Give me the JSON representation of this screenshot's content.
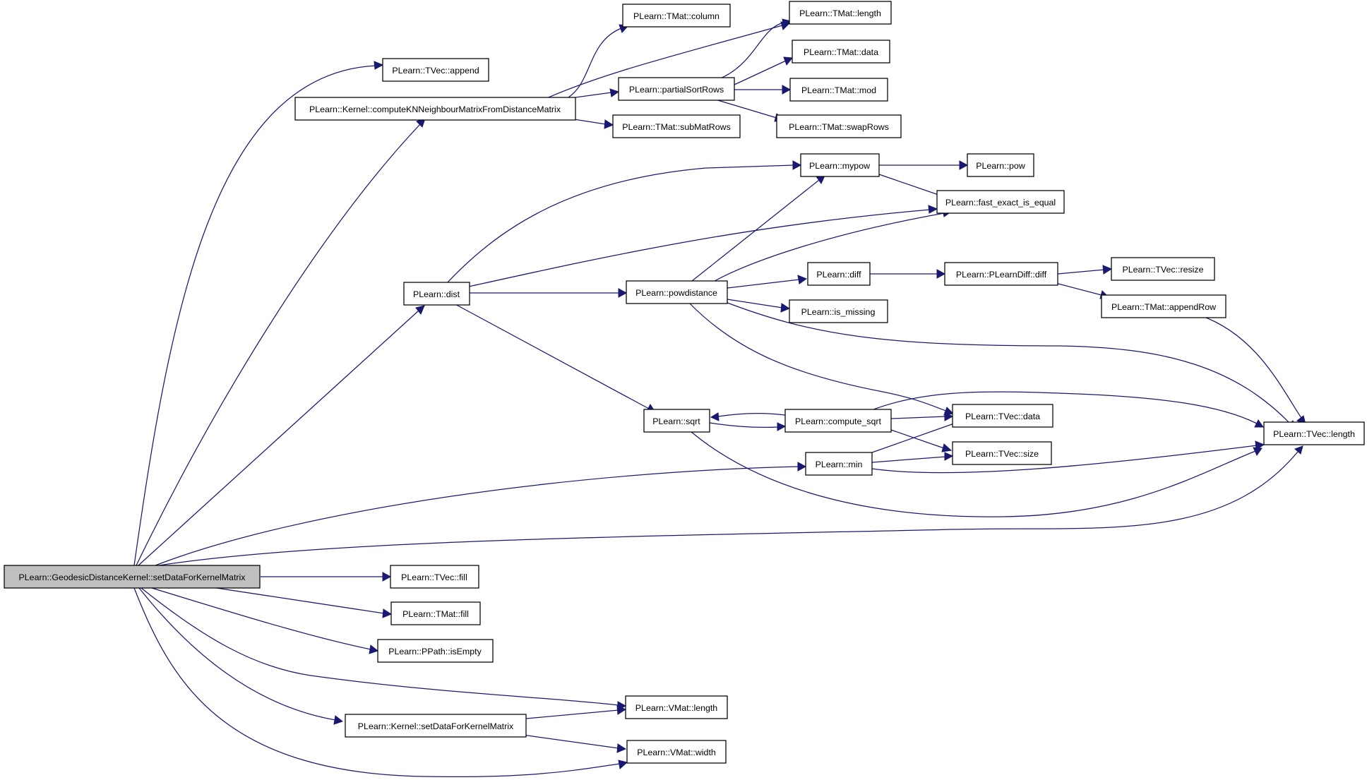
{
  "colors": {
    "edge": "#191970",
    "node_border": "#000000",
    "root_fill": "#bfbfbf",
    "background": "#ffffff"
  },
  "nodes": {
    "root": "PLearn::GeodesicDistanceKernel::setDataForKernelMatrix",
    "tvec_append": "PLearn::TVec::append",
    "computeknn": "PLearn::Kernel::computeKNNeighbourMatrixFromDistanceMatrix",
    "tmat_column": "PLearn::TMat::column",
    "tmat_length": "PLearn::TMat::length",
    "partialsort": "PLearn::partialSortRows",
    "tmat_data": "PLearn::TMat::data",
    "tmat_mod": "PLearn::TMat::mod",
    "tmat_swaprows": "PLearn::TMat::swapRows",
    "tmat_submatrows": "PLearn::TMat::subMatRows",
    "mypow": "PLearn::mypow",
    "pow": "PLearn::pow",
    "fast_exact": "PLearn::fast_exact_is_equal",
    "dist": "PLearn::dist",
    "powdistance": "PLearn::powdistance",
    "diff": "PLearn::diff",
    "plearndiff": "PLearn::PLearnDiff::diff",
    "tvec_resize": "PLearn::TVec::resize",
    "tmat_appendrow": "PLearn::TMat::appendRow",
    "is_missing": "PLearn::is_missing",
    "sqrt": "PLearn::sqrt",
    "compute_sqrt": "PLearn::compute_sqrt",
    "tvec_data": "PLearn::TVec::data",
    "tvec_length": "PLearn::TVec::length",
    "min": "PLearn::min",
    "tvec_size": "PLearn::TVec::size",
    "tvec_fill": "PLearn::TVec::fill",
    "tmat_fill": "PLearn::TMat::fill",
    "ppath_isempty": "PLearn::PPath::isEmpty",
    "vmat_length": "PLearn::VMat::length",
    "kernel_setdata": "PLearn::Kernel::setDataForKernelMatrix",
    "vmat_width": "PLearn::VMat::width"
  },
  "edges": [
    [
      "root",
      "tvec_append"
    ],
    [
      "root",
      "computeknn"
    ],
    [
      "root",
      "dist"
    ],
    [
      "root",
      "min"
    ],
    [
      "root",
      "tvec_length"
    ],
    [
      "root",
      "tvec_fill"
    ],
    [
      "root",
      "tmat_fill"
    ],
    [
      "root",
      "ppath_isempty"
    ],
    [
      "root",
      "vmat_length"
    ],
    [
      "root",
      "kernel_setdata"
    ],
    [
      "root",
      "vmat_width"
    ],
    [
      "computeknn",
      "tmat_column"
    ],
    [
      "computeknn",
      "tmat_length"
    ],
    [
      "computeknn",
      "partialsort"
    ],
    [
      "computeknn",
      "tmat_submatrows"
    ],
    [
      "partialsort",
      "tmat_length"
    ],
    [
      "partialsort",
      "tmat_data"
    ],
    [
      "partialsort",
      "tmat_mod"
    ],
    [
      "partialsort",
      "tmat_swaprows"
    ],
    [
      "dist",
      "mypow"
    ],
    [
      "dist",
      "fast_exact"
    ],
    [
      "dist",
      "powdistance"
    ],
    [
      "dist",
      "sqrt"
    ],
    [
      "mypow",
      "pow"
    ],
    [
      "mypow",
      "fast_exact"
    ],
    [
      "powdistance",
      "mypow"
    ],
    [
      "powdistance",
      "fast_exact"
    ],
    [
      "powdistance",
      "diff"
    ],
    [
      "powdistance",
      "is_missing"
    ],
    [
      "powdistance",
      "tvec_length"
    ],
    [
      "powdistance",
      "tvec_data"
    ],
    [
      "diff",
      "plearndiff"
    ],
    [
      "plearndiff",
      "tvec_resize"
    ],
    [
      "plearndiff",
      "tmat_appendrow"
    ],
    [
      "tmat_appendrow",
      "tvec_length"
    ],
    [
      "sqrt",
      "compute_sqrt"
    ],
    [
      "sqrt",
      "tvec_length"
    ],
    [
      "compute_sqrt",
      "sqrt"
    ],
    [
      "compute_sqrt",
      "tvec_data"
    ],
    [
      "compute_sqrt",
      "tvec_length"
    ],
    [
      "compute_sqrt",
      "tvec_size"
    ],
    [
      "min",
      "tvec_data"
    ],
    [
      "min",
      "tvec_size"
    ],
    [
      "min",
      "tvec_length"
    ],
    [
      "kernel_setdata",
      "vmat_length"
    ],
    [
      "kernel_setdata",
      "vmat_width"
    ]
  ]
}
